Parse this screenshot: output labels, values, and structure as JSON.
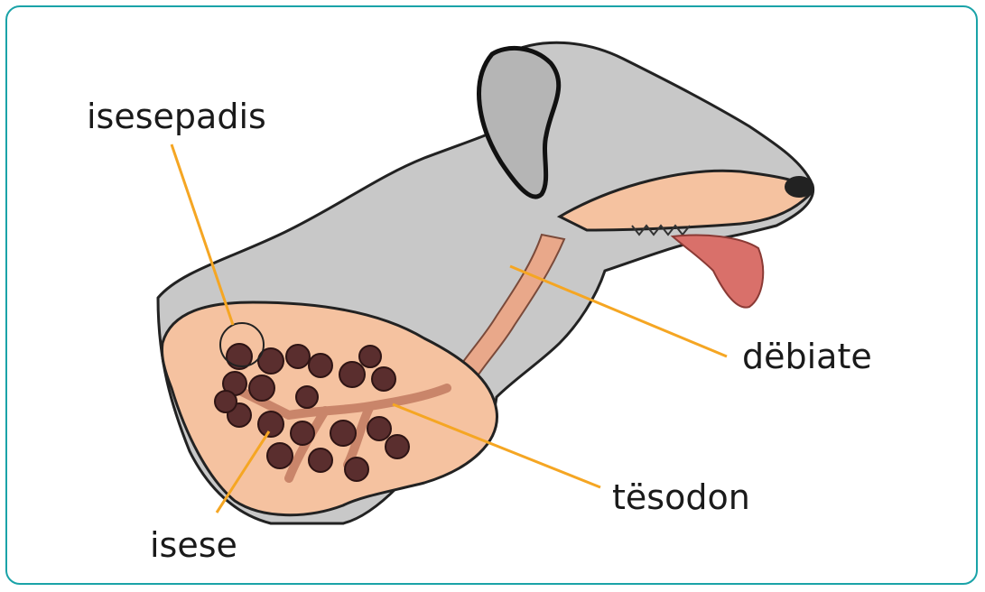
{
  "labels": {
    "isesepadis": "isesepadis",
    "debiate": "dëbiate",
    "tesodon": "tësodon",
    "isese": "isese"
  },
  "colors": {
    "frame": "#1aa3a8",
    "leader_line": "#f5a623",
    "body": "#c8c8c8",
    "tissue": "#f5c2a0",
    "trachea": "#e9a88a",
    "tongue": "#d9706a",
    "alveoli": "#5a2e2e"
  }
}
